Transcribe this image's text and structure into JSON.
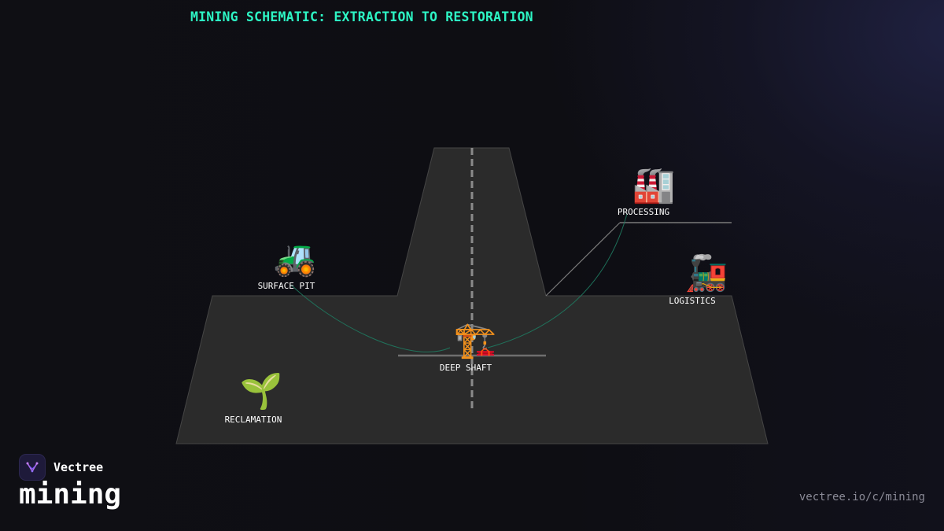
{
  "title": "MINING SCHEMATIC: EXTRACTION TO RESTORATION",
  "colors": {
    "title": "#2df5c4",
    "ground": "#2b2b2b",
    "ground_edge": "#4a4a4a",
    "shaft_line": "#8a8a8a",
    "flow_line": "#1f8a6a",
    "ledge": "#7a7a7a"
  },
  "nodes": {
    "processing": {
      "label": "PROCESSING",
      "icon": "factory-icon",
      "glyph": "🏭"
    },
    "logistics": {
      "label": "LOGISTICS",
      "icon": "locomotive-icon",
      "glyph": "🚂"
    },
    "surface_pit": {
      "label": "SURFACE PIT",
      "icon": "tractor-icon",
      "glyph": "🚜"
    },
    "deep_shaft": {
      "label": "DEEP SHAFT",
      "icon": "crane-icon",
      "glyph": "🏗️"
    },
    "reclamation": {
      "label": "RECLAMATION",
      "icon": "seedling-icon",
      "glyph": "🌱"
    }
  },
  "footer": {
    "brand": "Vectree",
    "topic": "mining",
    "url": "vectree.io/c/mining"
  }
}
